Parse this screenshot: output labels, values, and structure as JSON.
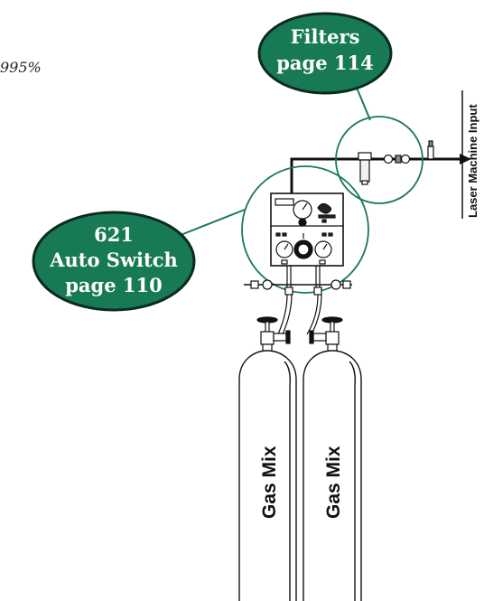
{
  "fragment_text": "995%",
  "callouts": {
    "filters": {
      "line1": "Filters",
      "line2": "page 114"
    },
    "auto_switch": {
      "line1": "621",
      "line2": "Auto Switch",
      "line3": "page 110"
    }
  },
  "output_label": "Laser Machine Input",
  "cylinders": [
    {
      "label": "Gas Mix"
    },
    {
      "label": "Gas Mix"
    }
  ],
  "colors": {
    "callout_fill": "#177a55",
    "callout_stroke": "#0b2b20",
    "leader_line": "#1a7a55",
    "pipe": "#111111"
  }
}
